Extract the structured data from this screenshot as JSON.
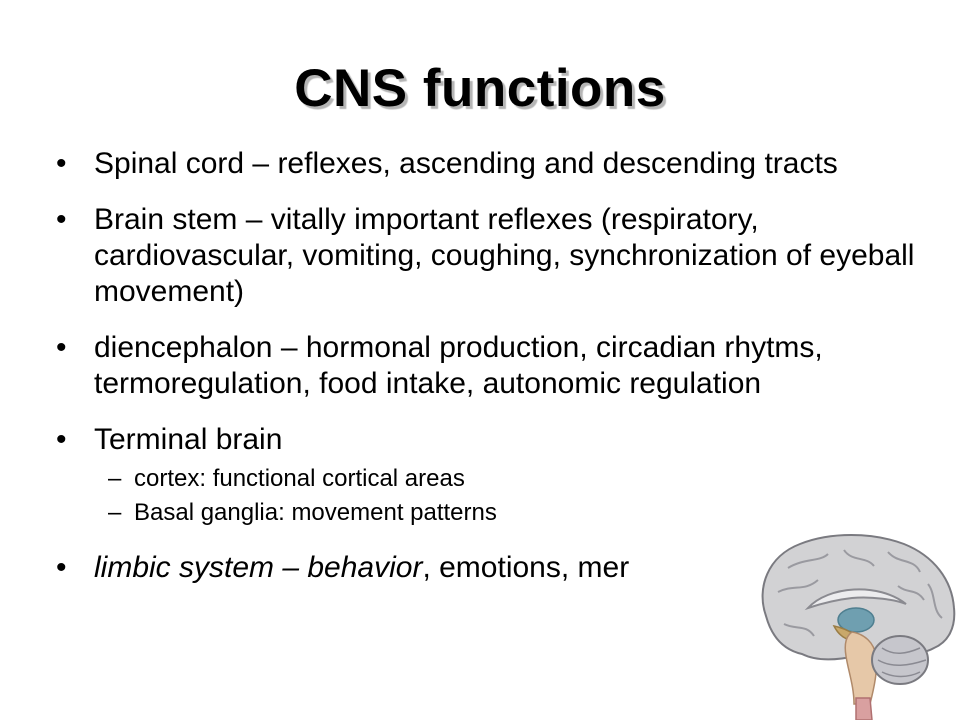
{
  "slide": {
    "title": "CNS functions",
    "bullets": [
      {
        "glyph": "•",
        "text": "Spinal cord – reflexes, ascending and descending tracts"
      },
      {
        "glyph": "•",
        "text": "Brain stem – vitally important reflexes (respiratory, cardiovascular, vomiting, coughing, synchronization of eyeball movement)"
      },
      {
        "glyph": "•",
        "text": "diencephalon – hormonal production, circadian rhytms, termoregulation, food intake, autonomic regulation"
      },
      {
        "glyph": "•",
        "text": "Terminal brain"
      }
    ],
    "sub_bullets": [
      {
        "glyph": "–",
        "text": "cortex: functional cortical areas"
      },
      {
        "glyph": "–",
        "text": "Basal ganglia: movement patterns"
      }
    ],
    "last_bullet": {
      "glyph": "•",
      "italic_text": "limbic system – behavior",
      "plain_text": ", emotions, mer"
    },
    "image": {
      "icon": "brain-sagittal-icon",
      "colors": {
        "cortex": "#d2d2d4",
        "gyri_lines": "#9a9aa0",
        "cerebellum": "#c6c6cc",
        "thalamus": "#6f9fb0",
        "hypothalamus": "#c9a86a",
        "brainstem": "#e6c8a8",
        "spinal": "#d9a0a0"
      }
    }
  }
}
